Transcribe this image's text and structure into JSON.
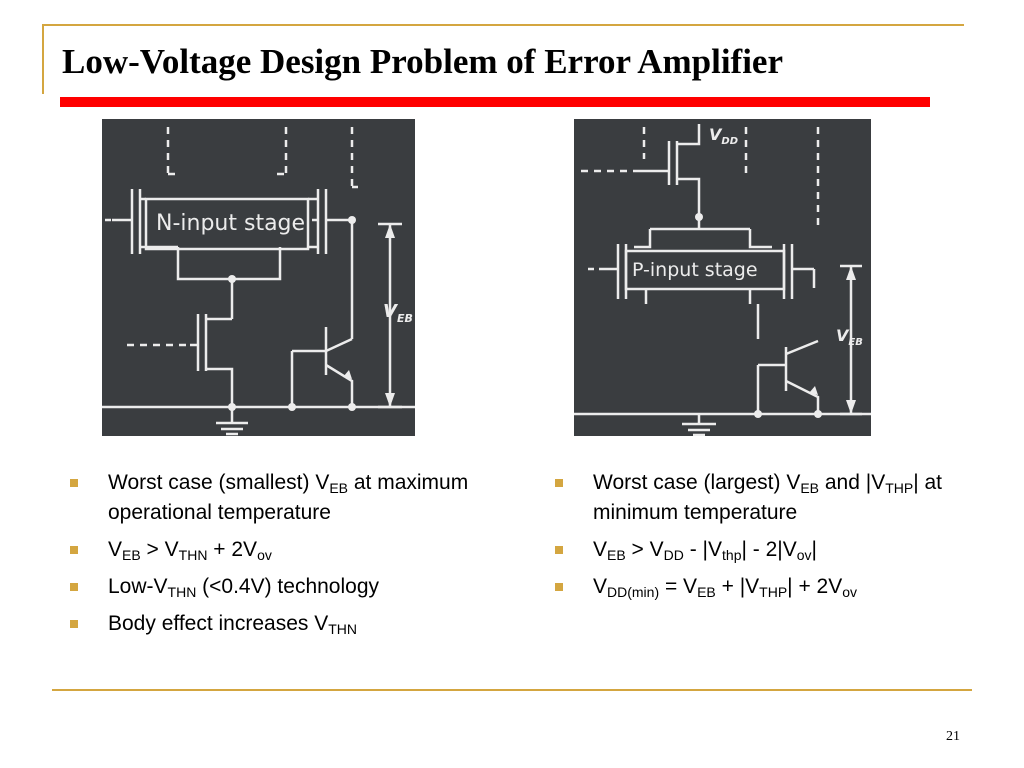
{
  "slide": {
    "title": "Low-Voltage Design Problem of Error Amplifier",
    "page_number": "21"
  },
  "figures": {
    "left": {
      "stage_label": "N-input stage",
      "veb_main": "V",
      "veb_sub": "EB"
    },
    "right": {
      "vdd_main": "V",
      "vdd_sub": "DD",
      "stage_label": "P-input stage",
      "veb_main": "V",
      "veb_sub": "EB"
    }
  },
  "bullets_left": [
    {
      "parts": [
        "Worst case (smallest) V",
        "EB",
        " at maximum operational temperature"
      ]
    },
    {
      "parts": [
        "V",
        "EB",
        " > V",
        "THN",
        " + 2V",
        "ov",
        ""
      ]
    },
    {
      "parts": [
        "Low-V",
        "THN",
        " (<0.4V) technology"
      ]
    },
    {
      "parts": [
        "Body effect increases V",
        "THN",
        ""
      ]
    }
  ],
  "bullets_right": [
    {
      "parts": [
        "Worst case (largest) V",
        "EB",
        " and |V",
        "THP",
        "| at minimum temperature"
      ]
    },
    {
      "parts": [
        "V",
        "EB",
        " > V",
        "DD",
        " - |V",
        "thp",
        "| - 2|V",
        "ov",
        "|"
      ]
    },
    {
      "parts": [
        "V",
        "DD(min)",
        " = V",
        "EB",
        " + |V",
        "THP",
        "| + 2V",
        "ov",
        ""
      ]
    }
  ],
  "colors": {
    "accent_rule": "#ff0000",
    "frame_gold": "#d4a640",
    "bullet_marker": "#d4a640",
    "figure_bg": "#3a3d40",
    "figure_ink": "#ececec"
  }
}
